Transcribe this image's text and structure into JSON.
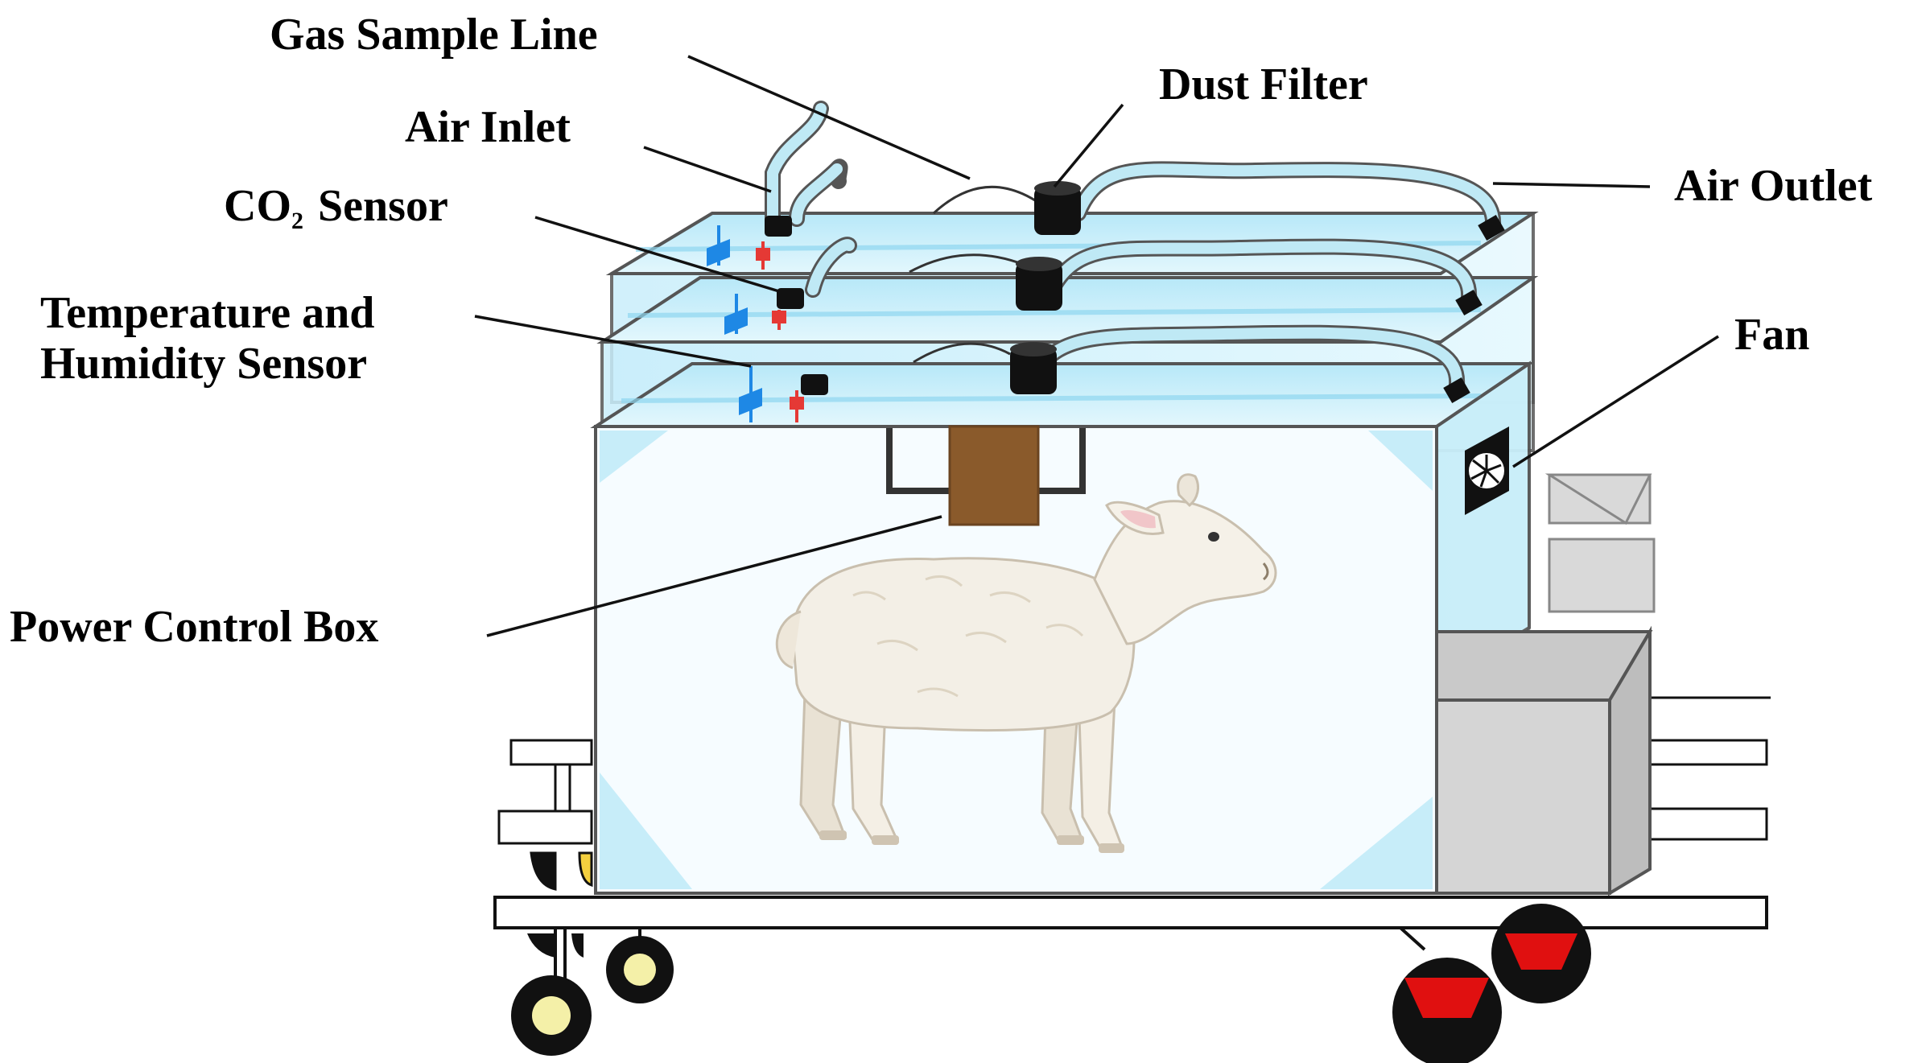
{
  "labels": {
    "gas_sample_line": "Gas Sample Line",
    "dust_filter": "Dust Filter",
    "air_inlet": "Air Inlet",
    "air_outlet": "Air Outlet",
    "co2_main": "CO",
    "co2_sub": "2",
    "co2_rest": "Sensor",
    "temp_line1": "Temperature and",
    "temp_line2": "Humidity Sensor",
    "fan": "Fan",
    "power_box": "Power Control Box"
  },
  "colors": {
    "chamber_fill": "#cdeefa",
    "chamber_edge": "#555555",
    "tube": "#bfe9f5",
    "filter": "#111111",
    "power_box": "#8a5a2b",
    "blue_sensor": "#1e88e5",
    "red_sensor": "#e53935",
    "gray_box": "#d5d5d5",
    "wheel_red": "#e01010",
    "wheel_yellow": "#f4f0a8"
  }
}
